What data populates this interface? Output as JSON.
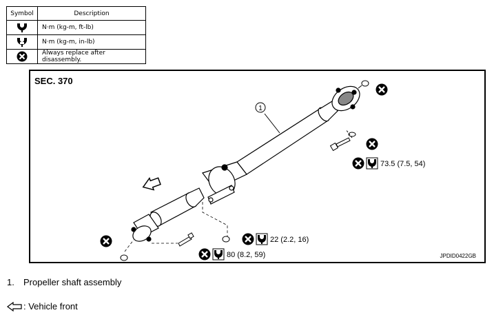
{
  "legend": {
    "header_symbol": "Symbol",
    "header_description": "Description",
    "rows": [
      {
        "icon": "torque-ft-lb-icon",
        "text": "N·m (kg-m, ft-lb)"
      },
      {
        "icon": "torque-in-lb-icon",
        "text": "N·m (kg-m, in-lb)"
      },
      {
        "icon": "always-replace-icon",
        "text": "Always replace after disassembly."
      }
    ]
  },
  "diagram": {
    "section": "SEC. 370",
    "figure_id": "JPDID0422GB",
    "callout_number": "1",
    "torques": {
      "rear_flange": "73.5 (7.5, 54)",
      "center_bearing": "22 (2.2, 16)",
      "front_flange": "80 (8.2, 59)"
    }
  },
  "parts": [
    {
      "number": "1.",
      "name": "Propeller shaft assembly"
    }
  ],
  "front_note": ": Vehicle front",
  "colors": {
    "line": "#000000",
    "background": "#ffffff"
  }
}
